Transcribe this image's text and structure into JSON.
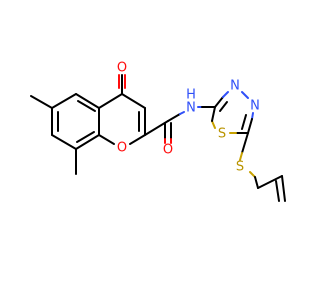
{
  "molecule": {
    "atoms": {
      "carbonyl_o": "O",
      "ring_o": "O",
      "amide_o": "O",
      "amide_n": "N",
      "amide_h": "H",
      "thiadiazole_n1": "N",
      "thiadiazole_n2": "N",
      "ring_s": "S",
      "thioether_s": "S"
    }
  },
  "colors": {
    "carbon": "#000000",
    "oxygen": "#ff0d0d",
    "nitrogen": "#3050f8",
    "sulfur": "#c8a200"
  }
}
